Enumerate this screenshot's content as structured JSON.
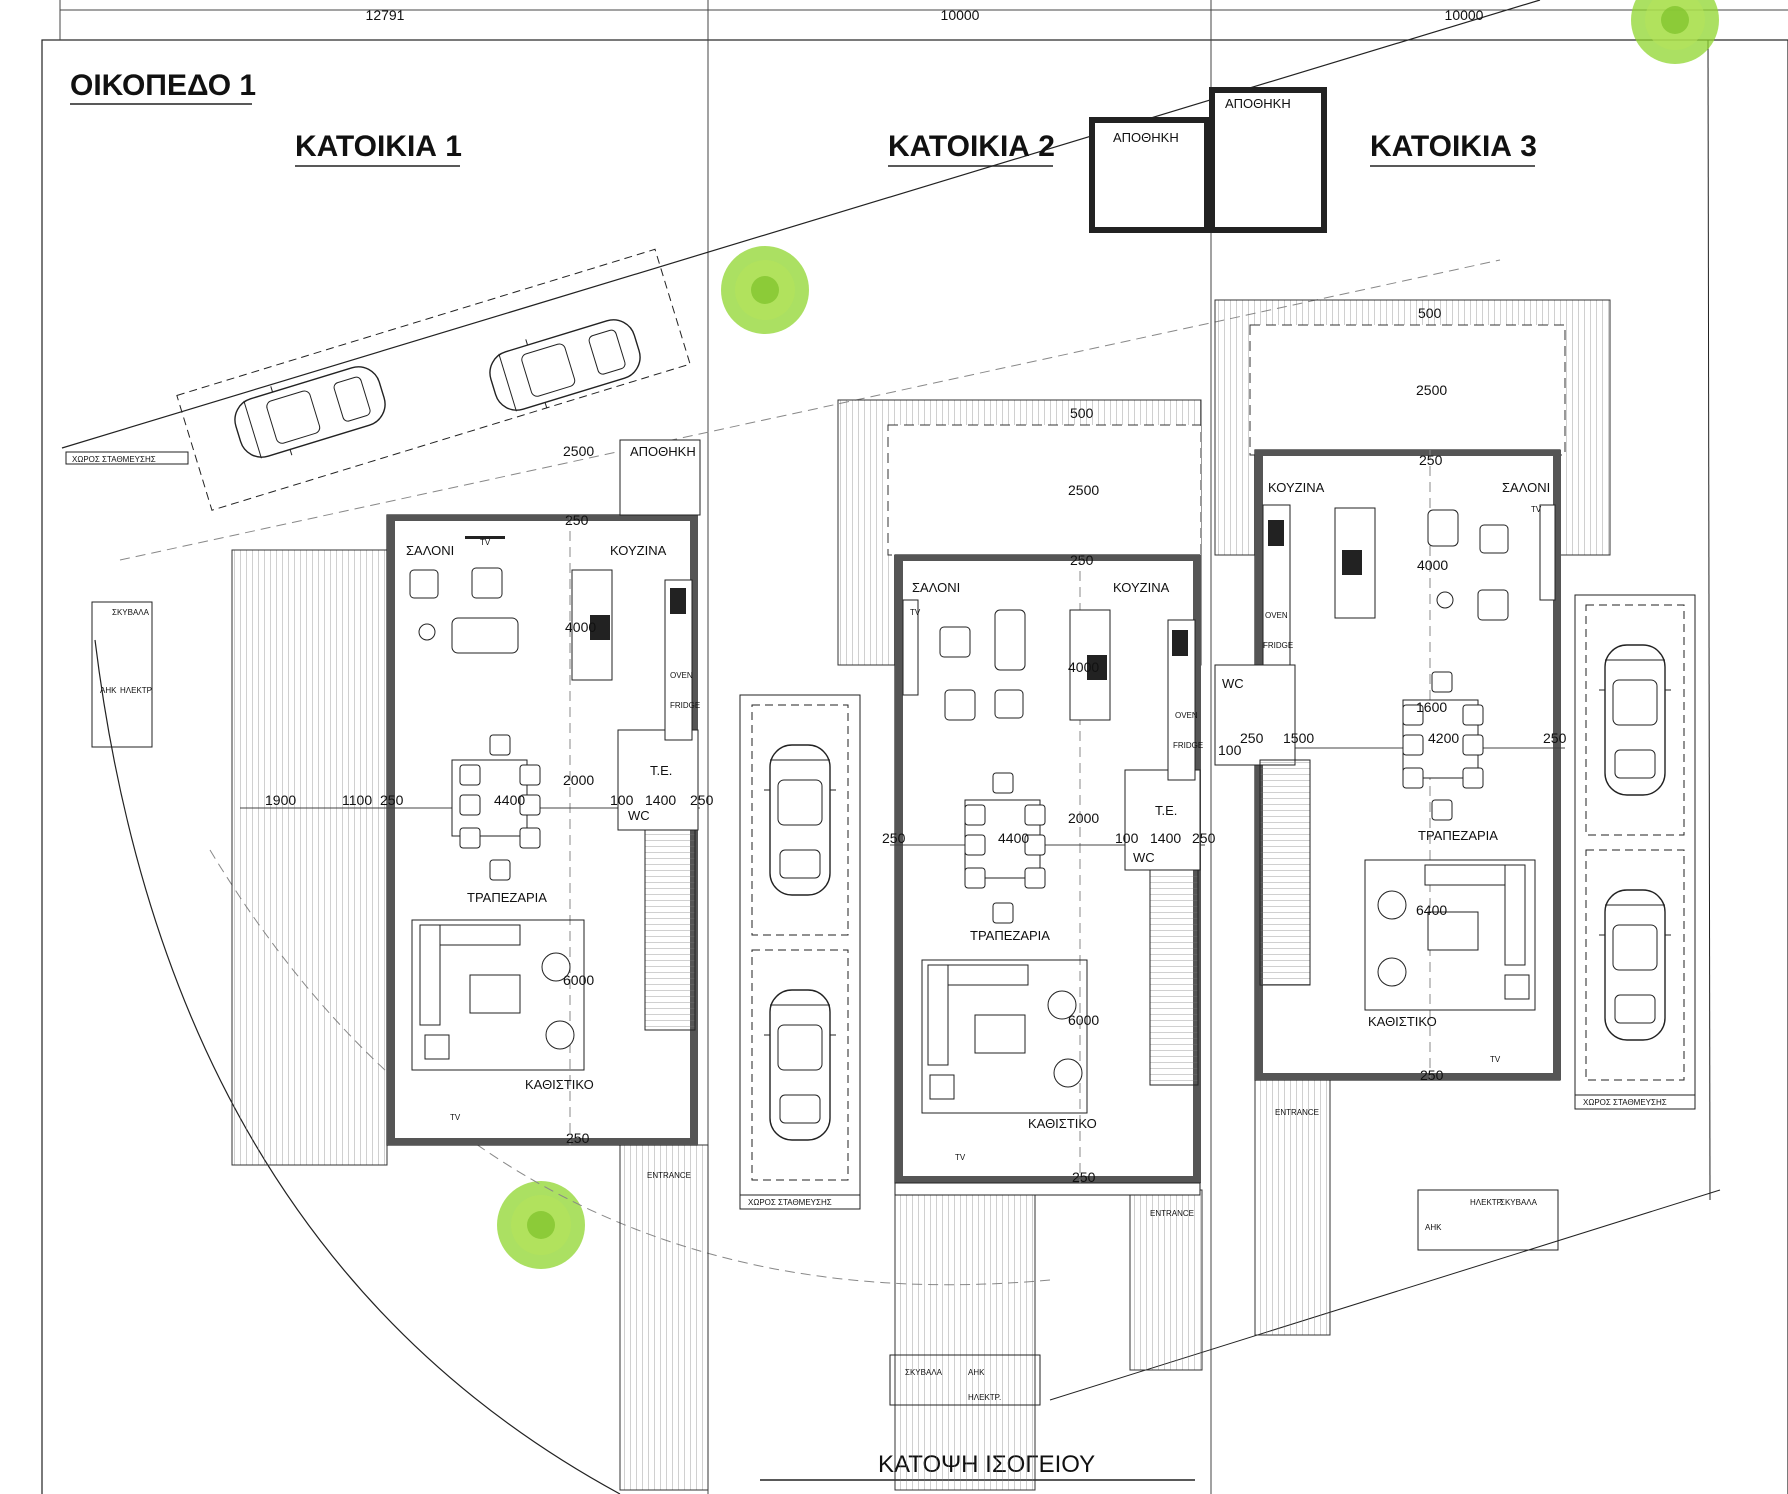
{
  "plot_title": "ΟΙΚΟΠΕΔΟ 1",
  "drawing_title": "ΚΑΤΟΨΗ ΙΣΟΓΕΙΟΥ",
  "top_dimensions": [
    "12791",
    "10000",
    "10000"
  ],
  "houses": [
    {
      "title": "ΚΑΤΟΙΚΙΑ 1",
      "rooms": {
        "saloni": "ΣΑΛΟΝΙ",
        "kouzina": "ΚΟΥΖΙΝΑ",
        "trapezaria": "ΤΡΑΠΕΖΑΡΙΑ",
        "kathistiko": "ΚΑΘΙΣΤΙΚΟ",
        "apothiki": "ΑΠΟΘΗΚΗ",
        "wc": "WC",
        "te": "T.E.",
        "entrance": "ENTRANCE",
        "oven": "OVEN",
        "fridge": "FRIDGE",
        "tv": "TV",
        "parking": "ΧΩΡΟΣ ΣΤΑΘΜΕΥΣΗΣ",
        "skivala": "ΣΚΥΒΑΛΑ",
        "ahk": "ΑΗΚ",
        "ilektr": "ΗΛΕΚΤΡ."
      },
      "dims": [
        "2500",
        "250",
        "4000",
        "2000",
        "1900",
        "1100",
        "250",
        "4400",
        "100",
        "1400",
        "250",
        "6000",
        "250"
      ]
    },
    {
      "title": "ΚΑΤΟΙΚΙΑ 2",
      "rooms": {
        "saloni": "ΣΑΛΟΝΙ",
        "kouzina": "ΚΟΥΖΙΝΑ",
        "trapezaria": "ΤΡΑΠΕΖΑΡΙΑ",
        "kathistiko": "ΚΑΘΙΣΤΙΚΟ",
        "apothiki": "ΑΠΟΘΗΚΗ",
        "wc": "WC",
        "te": "T.E.",
        "entrance": "ENTRANCE",
        "oven": "OVEN",
        "fridge": "FRIDGE",
        "tv": "TV",
        "parking": "ΧΩΡΟΣ ΣΤΑΘΜΕΥΣΗΣ",
        "skivala": "ΣΚΥΒΑΛΑ",
        "ahk": "ΑΗΚ",
        "ilektr": "ΗΛΕΚΤΡ."
      },
      "dims": [
        "500",
        "2500",
        "250",
        "4000",
        "2000",
        "250",
        "4400",
        "100",
        "1400",
        "250",
        "6000",
        "250"
      ]
    },
    {
      "title": "ΚΑΤΟΙΚΙΑ 3",
      "rooms": {
        "saloni": "ΣΑΛΟΝΙ",
        "kouzina": "ΚΟΥΖΙΝΑ",
        "trapezaria": "ΤΡΑΠΕΖΑΡΙΑ",
        "kathistiko": "ΚΑΘΙΣΤΙΚΟ",
        "apothiki": "ΑΠΟΘΗΚΗ",
        "wc": "WC",
        "entrance": "ENTRANCE",
        "oven": "OVEN",
        "fridge": "FRIDGE",
        "tv": "TV",
        "parking": "ΧΩΡΟΣ ΣΤΑΘΜΕΥΣΗΣ",
        "skivala": "ΣΚΥΒΑΛΑ",
        "ahk": "ΑΗΚ",
        "ilektr": "ΗΛΕΚΤΡ."
      },
      "dims": [
        "500",
        "2500",
        "250",
        "4000",
        "1600",
        "250",
        "1500",
        "4200",
        "250",
        "6400",
        "250",
        "100"
      ]
    }
  ],
  "colors": {
    "tree": "#8fd62e",
    "wall": "#555555",
    "line": "#222222"
  }
}
